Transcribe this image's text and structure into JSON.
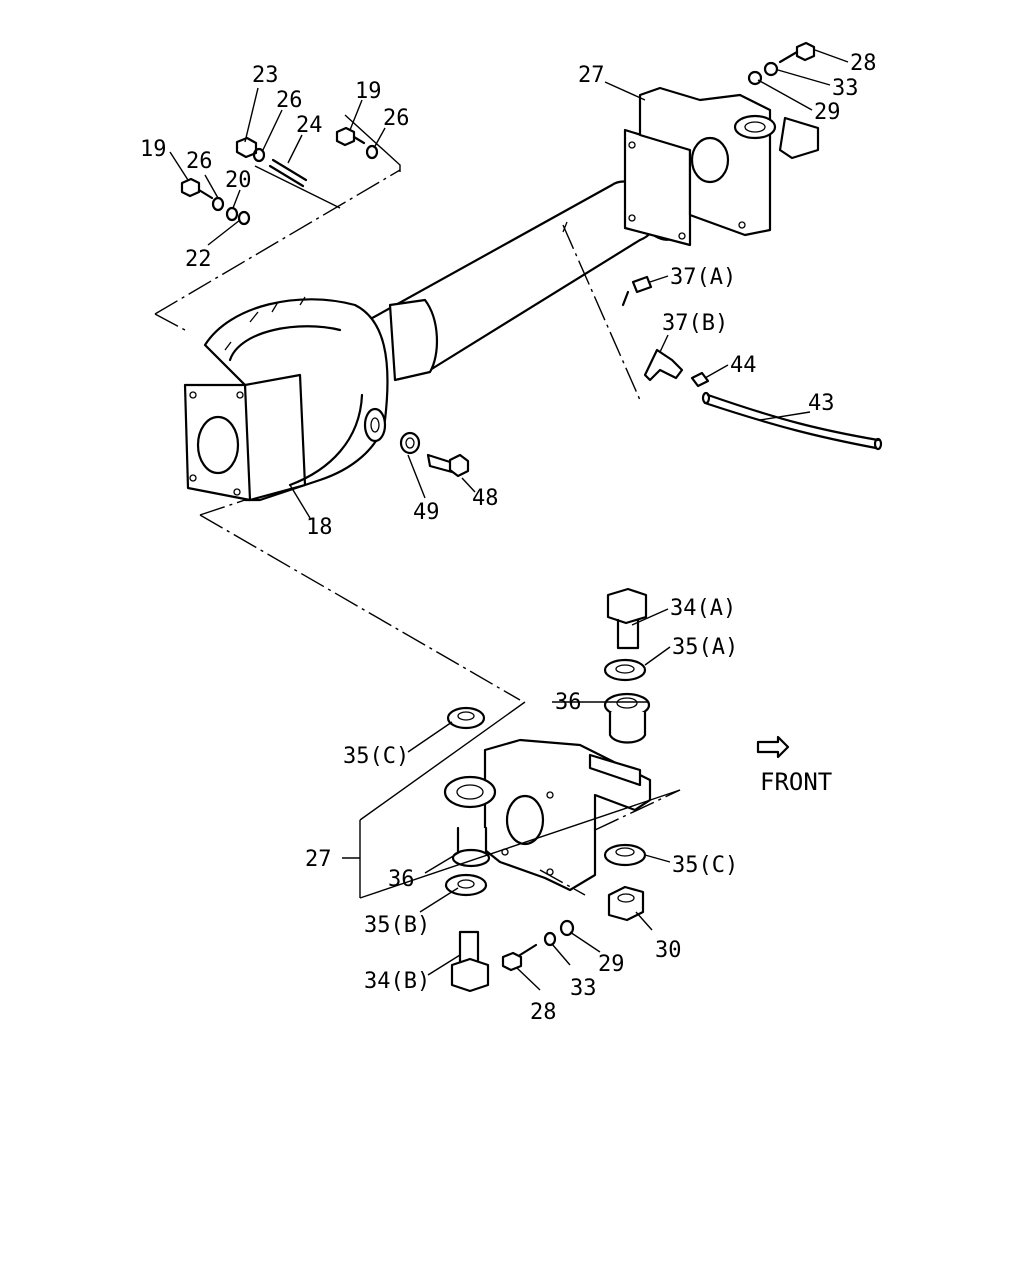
{
  "labels": {
    "l23": "23",
    "l26a": "26",
    "l24": "24",
    "l19a": "19",
    "l26b": "26",
    "l19b": "19",
    "l26c": "26",
    "l20": "20",
    "l22": "22",
    "l27a": "27",
    "l28a": "28",
    "l33a": "33",
    "l29a": "29",
    "l37a": "37(A)",
    "l37b": "37(B)",
    "l44": "44",
    "l43": "43",
    "l18": "18",
    "l49": "49",
    "l48": "48",
    "l34a": "34(A)",
    "l35a": "35(A)",
    "l36a": "36",
    "l35c1": "35(C)",
    "l27b": "27",
    "l36b": "36",
    "l35b": "35(B)",
    "l35c2": "35(C)",
    "l30": "30",
    "l34b": "34(B)",
    "l28b": "28",
    "l33b": "33",
    "l29b": "29"
  },
  "front_label": "FRONT",
  "icons": {
    "front_arrow": "front-arrow-icon"
  }
}
